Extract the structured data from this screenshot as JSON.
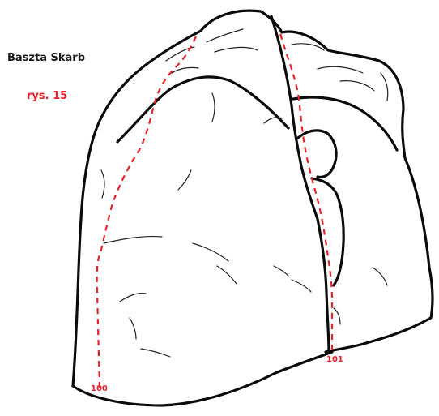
{
  "title": "Baszta Skarb",
  "figure_label": "rys. 15",
  "colors": {
    "route": "#e8212b",
    "outline": "#0b0b0b",
    "background": "#ffffff"
  },
  "routes": [
    {
      "number": "100"
    },
    {
      "number": "101"
    }
  ]
}
